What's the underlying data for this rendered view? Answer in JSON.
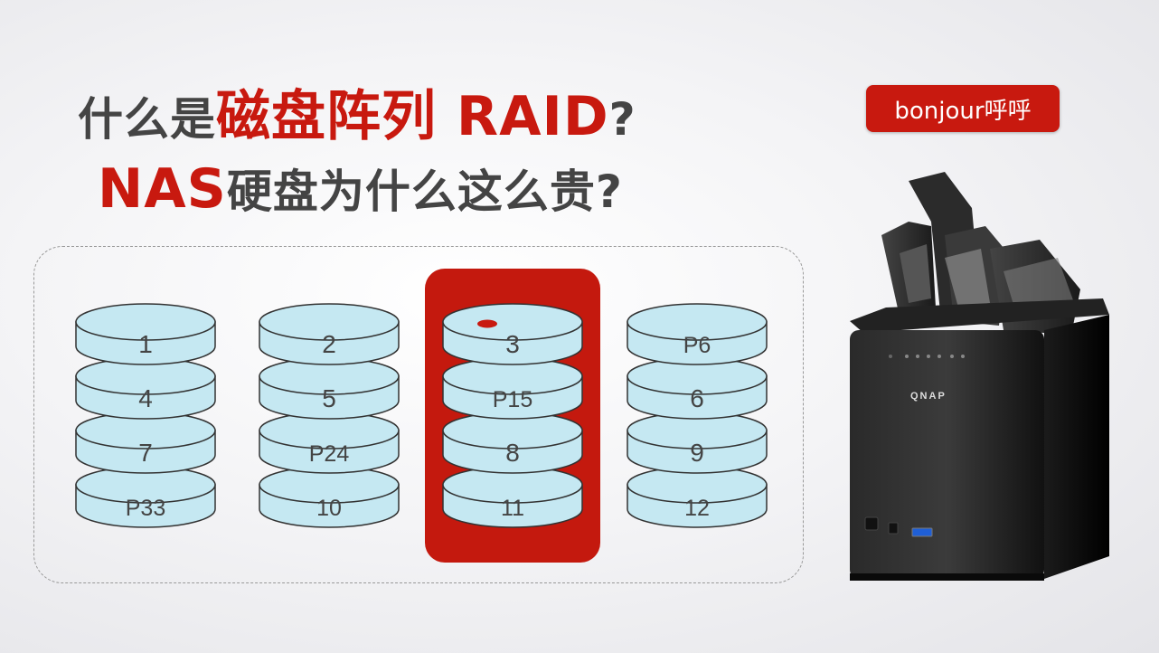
{
  "title": {
    "line1_prefix": "什么是",
    "line1_highlight": "磁盘阵列 RAID",
    "line1_suffix": "?",
    "line2_highlight": "NAS",
    "line2_suffix": "硬盘为什么这么贵?"
  },
  "badge": "bonjour呼呼",
  "colors": {
    "accent_red": "#c8190f",
    "disk_fill": "#c5e8f2",
    "disk_stroke": "#333333"
  },
  "disk_columns": [
    {
      "name": "disk-1",
      "labels": [
        "1",
        "4",
        "7",
        "P33"
      ],
      "failed": false
    },
    {
      "name": "disk-2",
      "labels": [
        "2",
        "5",
        "P24",
        "10"
      ],
      "failed": false
    },
    {
      "name": "disk-3",
      "labels": [
        "3",
        "P15",
        "8",
        "11"
      ],
      "failed": true
    },
    {
      "name": "disk-4",
      "labels": [
        "P6",
        "6",
        "9",
        "12"
      ],
      "failed": false
    }
  ],
  "device": {
    "brand_label": "QNAP"
  }
}
